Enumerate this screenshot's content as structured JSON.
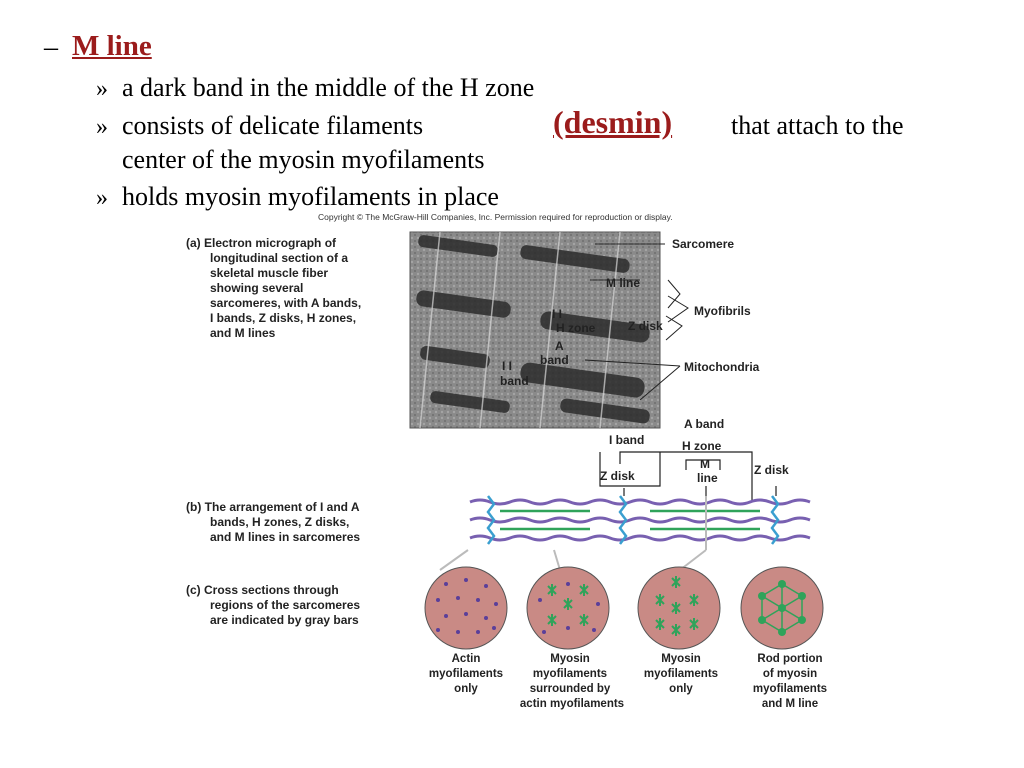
{
  "slide": {
    "dash": "–",
    "heading": "M line",
    "bullet_marker": "»",
    "bullets": {
      "b1": "a dark band in the middle of the H zone",
      "b2_pre": "consists of delicate filaments",
      "b2_highlight": "(desmin)",
      "b2_post": "that attach to the",
      "b2_cont": "center of the myosin myofilaments",
      "b3": "holds myosin myofilaments in place"
    }
  },
  "figure": {
    "copyright": "Copyright © The McGraw-Hill Companies, Inc. Permission required for reproduction or display.",
    "caption_a": [
      "(a) Electron micrograph of",
      "longitudinal section of a",
      "skeletal muscle fiber",
      "showing several",
      "sarcomeres, with A bands,",
      "I bands, Z disks, H zones,",
      "and M lines"
    ],
    "caption_b": [
      "(b) The arrangement of I and A",
      "bands, H zones, Z disks,",
      "and M lines in sarcomeres"
    ],
    "caption_c": [
      "(c) Cross sections through",
      "regions of the sarcomeres",
      "are indicated by gray bars"
    ],
    "labels_right": {
      "sarcomere": "Sarcomere",
      "myofibrils": "Myofibrils",
      "mitochondria": "Mitochondria"
    },
    "micrograph_labels": {
      "m_line": "M line",
      "h_zone": "H zone",
      "z_disk": "Z disk",
      "a_band_1": "A",
      "a_band_2": "band",
      "i_band": "band",
      "i_marks": "I I"
    },
    "diagram_labels": {
      "a_band": "A band",
      "i_band": "I band",
      "h_zone": "H zone",
      "z_disk_left": "Z disk",
      "m_line_1": "M",
      "m_line_2": "line",
      "z_disk_right": "Z disk"
    },
    "circles": [
      {
        "l1": "Actin",
        "l2": "myofilaments",
        "l3": "only",
        "l4": ""
      },
      {
        "l1": "Myosin",
        "l2": "myofilaments",
        "l3": "surrounded by",
        "l4": "actin myofilaments"
      },
      {
        "l1": "Myosin",
        "l2": "myofilaments",
        "l3": "only",
        "l4": ""
      },
      {
        "l1": "Rod portion",
        "l2": "of myosin",
        "l3": "myofilaments",
        "l4": "and M line"
      }
    ],
    "colors": {
      "circle_fill": "#c98a85",
      "actin": "#5a3f9a",
      "myosin": "#2fa35a",
      "zdisk": "#3a9fd0",
      "heading": "#9b1c1c"
    }
  }
}
